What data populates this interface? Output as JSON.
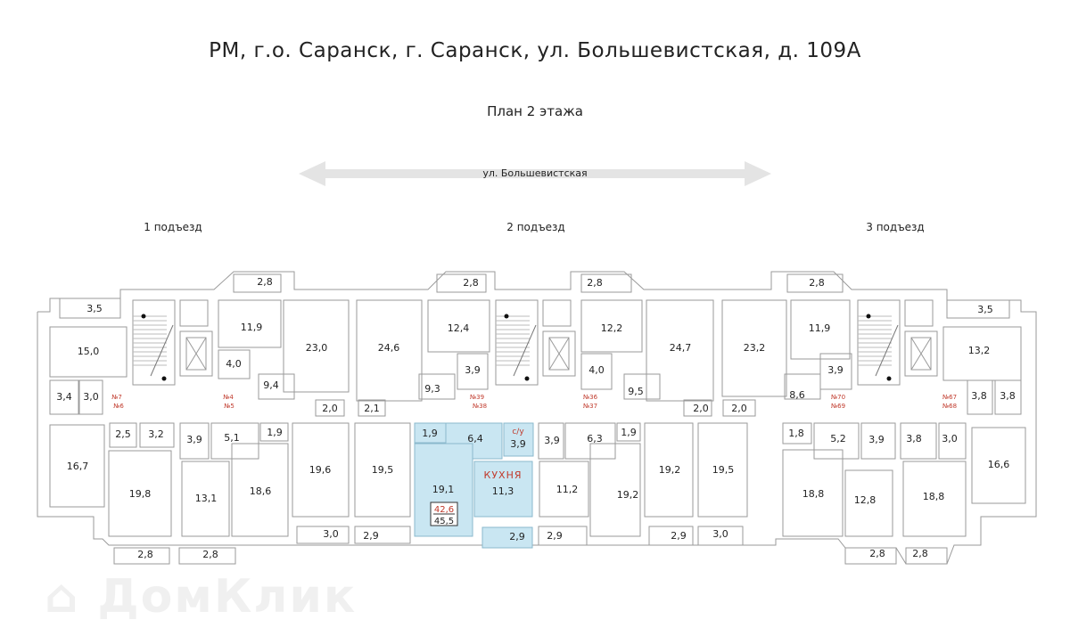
{
  "header": {
    "title": "РМ, г.о. Саранск, г. Саранск, ул. Большевистская, д. 109А",
    "subtitle": "План 2 этажа"
  },
  "street": {
    "label": "ул. Большевистская"
  },
  "entrances": [
    "1 подъезд",
    "2 подъезд",
    "3 подъезд"
  ],
  "rooms": [
    "3,5",
    "15,0",
    "3,4",
    "3,0",
    "11,9",
    "4,0",
    "23,0",
    "2,8",
    "2,0",
    "9,4",
    "2,1",
    "24,6",
    "12,4",
    "3,9",
    "9,3",
    "2,8",
    "2,8",
    "12,2",
    "4,0",
    "9,5",
    "24,7",
    "2,0",
    "23,2",
    "2,8",
    "11,9",
    "3,9",
    "8,6",
    "2,0",
    "3,5",
    "13,2",
    "3,8",
    "3,8",
    "16,7",
    "2,5",
    "3,2",
    "19,8",
    "3,9",
    "5,1",
    "1,9",
    "13,1",
    "18,6",
    "19,6",
    "3,0",
    "19,5",
    "2,9",
    "2,8",
    "2,8",
    "3,9",
    "6,3",
    "1,9",
    "11,2",
    "19,2",
    "2,9",
    "19,2",
    "2,9",
    "19,5",
    "3,0",
    "1,8",
    "5,2",
    "3,9",
    "18,8",
    "12,8",
    "3,8",
    "3,0",
    "18,8",
    "16,6",
    "2,8",
    "2,8"
  ],
  "highlighted_apartment": {
    "rooms": [
      "1,9",
      "6,4",
      "3,9",
      "19,1",
      "11,3",
      "2,9"
    ],
    "bathroom_label": "с/у",
    "kitchen_label": "кухня",
    "living_area": "42,6",
    "total_area": "45,5",
    "fill_color": "#c9e6f2",
    "stroke_color": "#8ab8cc"
  },
  "apartment_numbers": [
    "№7",
    "№6",
    "№4",
    "№5",
    "№39",
    "№38",
    "№36",
    "№37",
    "№70",
    "№69",
    "№67",
    "№68"
  ],
  "colors": {
    "wall": "#9a9a9a",
    "label_red": "#c0392b",
    "balcony": "#b5b5b5"
  },
  "watermark": "ДомКлик"
}
